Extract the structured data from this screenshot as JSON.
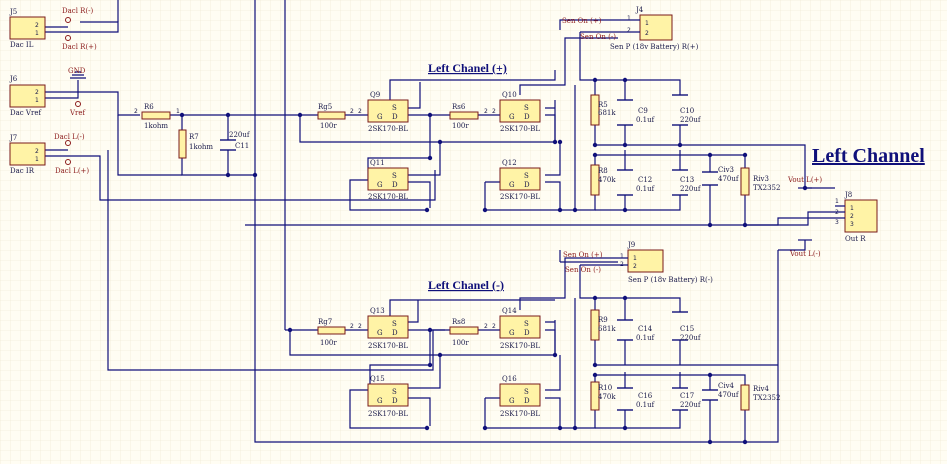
{
  "title": "Left Channel",
  "sections": {
    "plus": "Left Chanel (+)",
    "minus": "Left Chanel (-)"
  },
  "connectors": {
    "j5": {
      "ref": "J5",
      "name": "Dac IL",
      "pins": [
        "2",
        "1"
      ]
    },
    "j6": {
      "ref": "J6",
      "name": "Dac Vref",
      "pins": [
        "2",
        "1"
      ]
    },
    "j7": {
      "ref": "J7",
      "name": "Dac IR",
      "pins": [
        "2",
        "1"
      ]
    },
    "j4": {
      "ref": "J4",
      "name": "Sen P (18v Battery) R(+)",
      "pins": [
        "1",
        "2"
      ]
    },
    "j9": {
      "ref": "J9",
      "name": "Sen P (18v Battery) R(-)",
      "pins": [
        "1",
        "2"
      ]
    },
    "j8": {
      "ref": "J8",
      "name": "Out R",
      "pins": [
        "1",
        "2",
        "3"
      ]
    }
  },
  "nets": {
    "dacl_rm": "Dacl R(-)",
    "dacl_rp": "Dacl R(+)",
    "gnd": "GND",
    "vref": "Vref",
    "dacl_lm": "Dacl L(-)",
    "dacl_lp": "Dacl L(+)",
    "sen_on_p_top": "Sen On (+)",
    "sen_on_m_top": "Sen On (-)",
    "sen_on_p_bot": "Sen On (+)",
    "sen_on_m_bot": "Sen On (-)",
    "vout_lp": "Vout L(+)",
    "vout_lm": "Vout L(-)"
  },
  "resistors": {
    "r6": {
      "ref": "R6",
      "value": "1kohm"
    },
    "r7": {
      "ref": "R7",
      "value": "1kohm"
    },
    "rg5": {
      "ref": "Rg5",
      "value": "100r"
    },
    "rs6": {
      "ref": "Rs6",
      "value": "100r"
    },
    "rg7": {
      "ref": "Rg7",
      "value": "100r"
    },
    "rs8": {
      "ref": "Rs8",
      "value": "100r"
    },
    "r5": {
      "ref": "R5",
      "value": "681k"
    },
    "r8": {
      "ref": "R8",
      "value": "470k"
    },
    "r9": {
      "ref": "R9",
      "value": "681k"
    },
    "r10": {
      "ref": "R10",
      "value": "470k"
    },
    "riv3": {
      "ref": "Riv3",
      "value": "TX2352"
    },
    "riv4": {
      "ref": "Riv4",
      "value": "TX2352"
    }
  },
  "capacitors": {
    "c11": {
      "ref": "C11",
      "value": "220uf"
    },
    "c9": {
      "ref": "C9",
      "value": "0.1uf"
    },
    "c10": {
      "ref": "C10",
      "value": "220uf"
    },
    "c12": {
      "ref": "C12",
      "value": "0.1uf"
    },
    "c13": {
      "ref": "C13",
      "value": "220uf"
    },
    "civ3": {
      "ref": "Civ3",
      "value": "470uf"
    },
    "c14": {
      "ref": "C14",
      "value": "0.1uf"
    },
    "c15": {
      "ref": "C15",
      "value": "220uf"
    },
    "c16": {
      "ref": "C16",
      "value": "0.1uf"
    },
    "c17": {
      "ref": "C17",
      "value": "220uf"
    },
    "civ4": {
      "ref": "Civ4",
      "value": "470uf"
    }
  },
  "transistors": {
    "q9": {
      "ref": "Q9",
      "part": "2SK170-BL"
    },
    "q10": {
      "ref": "Q10",
      "part": "2SK170-BL"
    },
    "q11": {
      "ref": "Q11",
      "part": "2SK170-BL"
    },
    "q12": {
      "ref": "Q12",
      "part": "2SK170-BL"
    },
    "q13": {
      "ref": "Q13",
      "part": "2SK170-BL"
    },
    "q14": {
      "ref": "Q14",
      "part": "2SK170-BL"
    },
    "q15": {
      "ref": "Q15",
      "part": "2SK170-BL"
    },
    "q16": {
      "ref": "Q16",
      "part": "2SK170-BL"
    }
  },
  "fet_pins": {
    "s": "S",
    "g": "G",
    "d": "D"
  },
  "pin_numbers": {
    "p1": "1",
    "p2": "2",
    "p3": "3"
  }
}
